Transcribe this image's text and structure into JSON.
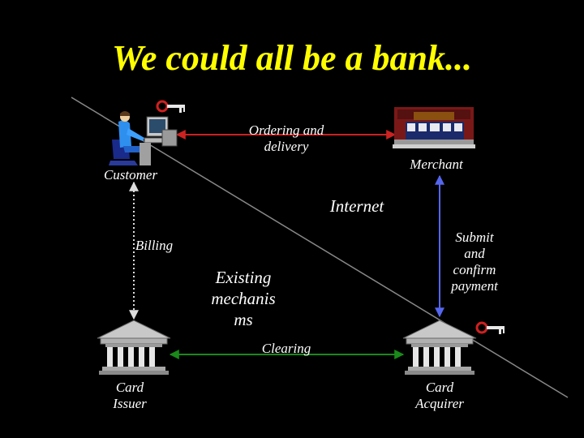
{
  "slide": {
    "title": "We could all be a bank...",
    "labels": {
      "ordering_line1": "Ordering and",
      "ordering_line2": "delivery",
      "customer": "Customer",
      "merchant": "Merchant",
      "internet": "Internet",
      "billing": "Billing",
      "submit_line1": "Submit",
      "submit_line2": "and",
      "submit_line3": "confirm",
      "submit_line4": "payment",
      "existing_line1": "Existing",
      "existing_line2": "mechanis",
      "existing_line3": "ms",
      "clearing": "Clearing",
      "issuer_line1": "Card",
      "issuer_line2": "Issuer",
      "acquirer_line1": "Card",
      "acquirer_line2": "Acquirer"
    },
    "colors": {
      "title": "#ffff00",
      "ordering_arrow": "#cc2222",
      "clearing_arrow": "#1a8a1a",
      "submit_arrow": "#5566ee",
      "billing_arrow": "#dddddd",
      "diagonal": "#888888"
    },
    "icons": [
      "key-icon",
      "customer-computer-icon",
      "merchant-store-icon",
      "bank-building-icon"
    ]
  }
}
